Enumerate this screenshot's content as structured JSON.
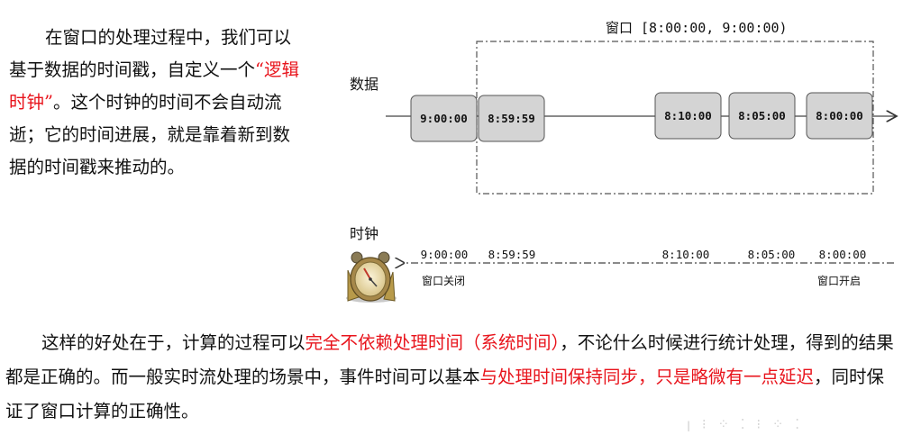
{
  "intro": {
    "part1": "在窗口的处理过程中，我们可以基于数据的时间戳，自定义一个",
    "highlight": "“逻辑时钟”",
    "part2": "。这个时钟的时间不会自动流逝；它的时间进展，就是靠着新到数据的时间戳来推动的。"
  },
  "diagram": {
    "window_title": "窗口 [8:00:00, 9:00:00)",
    "data_label": "数据",
    "clock_label": "时钟",
    "data_boxes": [
      "9:00:00",
      "8:59:59",
      "8:10:00",
      "8:05:00",
      "8:00:00"
    ],
    "clock_times": [
      "9:00:00",
      "8:59:59",
      "8:10:00",
      "8:05:00",
      "8:00:00"
    ],
    "window_close": "窗口关闭",
    "window_open": "窗口开启"
  },
  "conclusion": {
    "part1": "这样的好处在于，计算的过程可以",
    "highlight1": "完全不依赖处理时间（系统时间）",
    "part2": "，不论什么时候进行统计处理，得到的结果都是正确的。而一般实时流处理的场景中，事件时间可以基本",
    "highlight2": "与处理时间保持同步，只是略微有一点延迟",
    "part3": "，同时保证了窗口计算的正确性。"
  },
  "watermark": "ꞁ ⁝ ⁘ ⁚ ⁝ ⁘ ⁚"
}
